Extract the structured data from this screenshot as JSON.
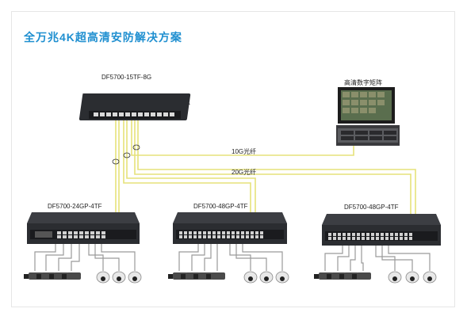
{
  "title": "全万兆4K超高清安防解决方案",
  "core_switch": {
    "model": "DF5700-15TF-8G"
  },
  "matrix": {
    "label": "高清数字矩阵"
  },
  "links": {
    "fiber_10g": "10G光纤",
    "fiber_20g": "20G光纤"
  },
  "access_switches": [
    {
      "model": "DF5700-24GP-4TF"
    },
    {
      "model": "DF5700-48GP-4TF"
    },
    {
      "model": "DF5700-48GP-4TF"
    }
  ],
  "colors": {
    "title": "#1f8fd0",
    "fiber": "#e6e27a",
    "cable": "#9a9a9a",
    "switch_body": "#2b2d31"
  }
}
